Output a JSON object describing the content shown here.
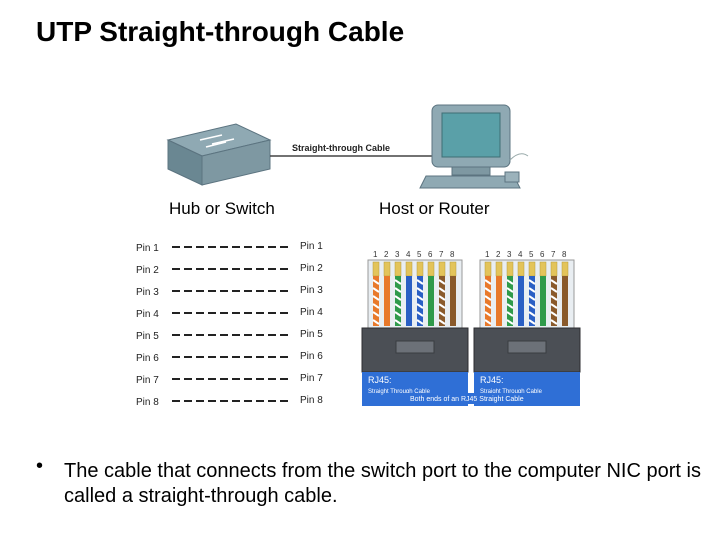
{
  "title": "UTP Straight-through Cable",
  "cable_label": "Straight-through Cable",
  "left_device": "Hub or Switch",
  "right_device": "Host or Router",
  "pins_left": [
    "Pin 1",
    "Pin 2",
    "Pin 3",
    "Pin 4",
    "Pin 5",
    "Pin 6",
    "Pin 7",
    "Pin 8"
  ],
  "pins_right": [
    "Pin 1",
    "Pin 2",
    "Pin 3",
    "Pin 4",
    "Pin 5",
    "Pin 6",
    "Pin 7",
    "Pin 8"
  ],
  "connector_pin_numbers": [
    "1",
    "2",
    "3",
    "4",
    "5",
    "6",
    "7",
    "8"
  ],
  "connector_label_type": "RJ45:",
  "connector_label_desc": "Straight Through Cable",
  "connectors_caption": "Both ends of an RJ45 Straight Cable",
  "bullet_text": "The cable that connects from the switch port to the computer NIC port is called a straight-through cable.",
  "colors": {
    "wire_orange": "#e8792b",
    "wire_green": "#2f9a4a",
    "wire_blue": "#2a5fc4",
    "wire_brown": "#8a5a2b",
    "banner_blue": "#2f6fd6"
  }
}
